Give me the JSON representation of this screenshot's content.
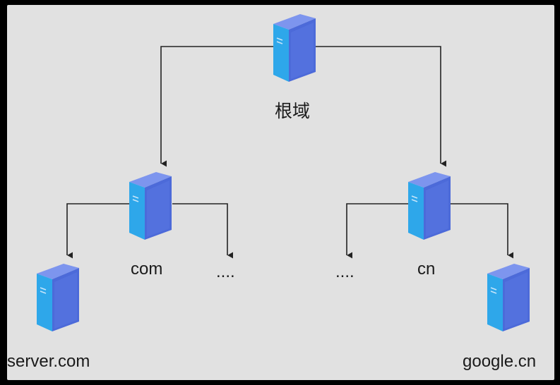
{
  "nodes": {
    "root": {
      "label": "根域"
    },
    "com": {
      "label": "com"
    },
    "cn": {
      "label": "cn"
    },
    "server_com": {
      "label": "server.com"
    },
    "google_cn": {
      "label": "google.cn"
    }
  },
  "ellipsis_left": "....",
  "ellipsis_right": "....",
  "colors": {
    "background": "#e1e1e1",
    "server_top": "#6f88f0",
    "server_front": "#4b6fdc",
    "server_side": "#33a6ea",
    "line": "#222222"
  }
}
